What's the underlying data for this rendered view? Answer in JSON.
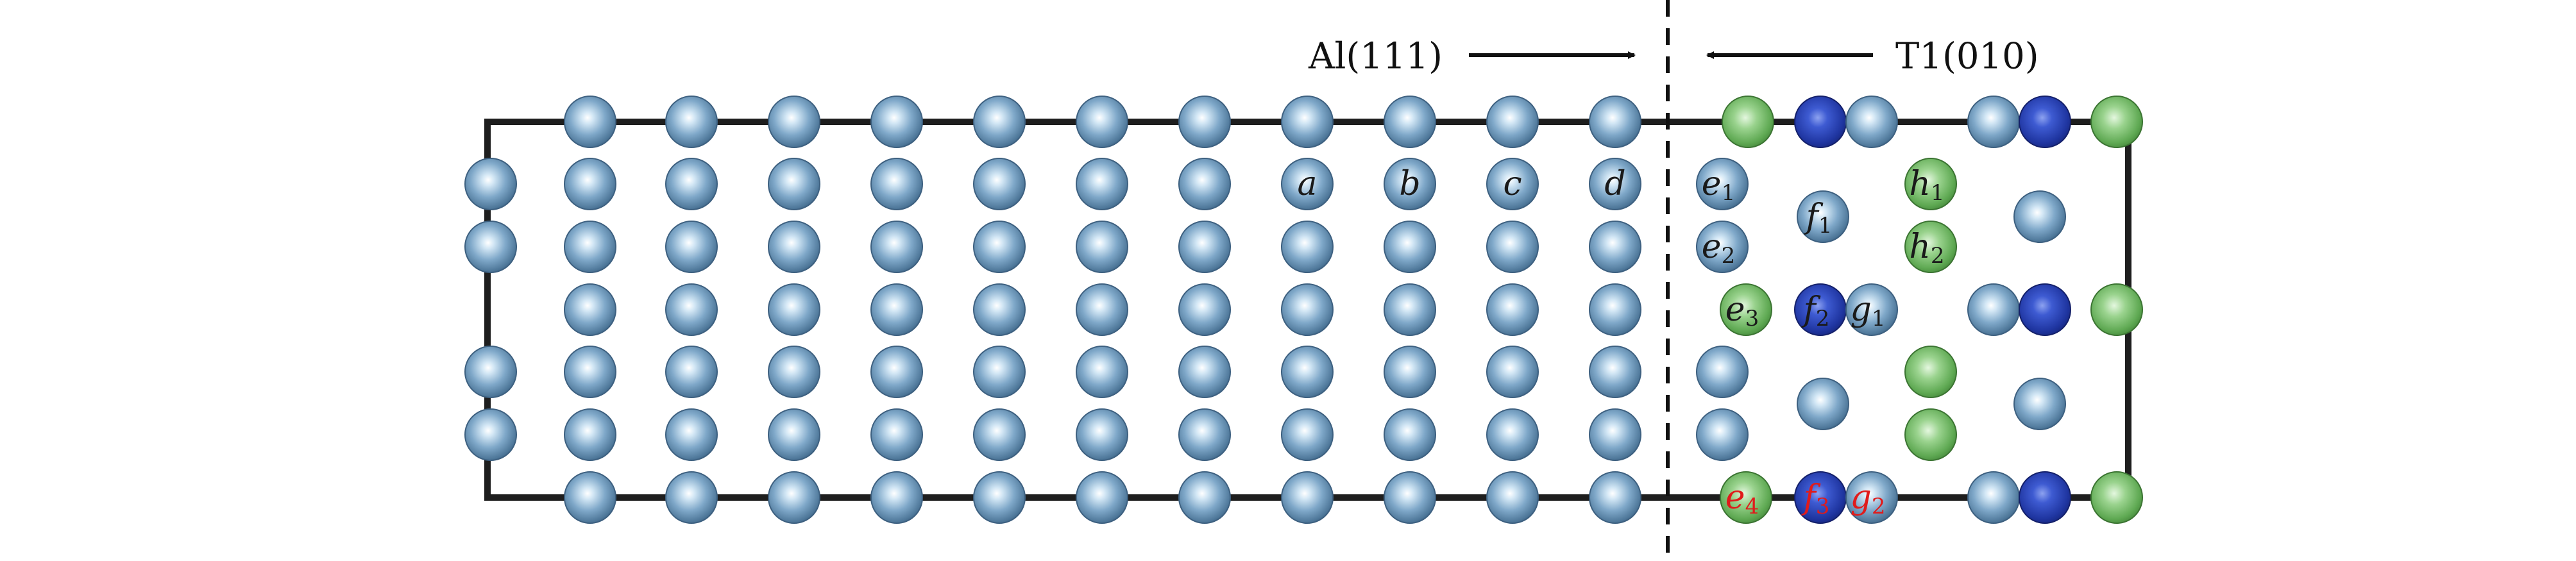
{
  "regions": {
    "left_label": "Al(111)",
    "right_label": "T1(010)"
  },
  "colors": {
    "al_atom": "#7fa8c9",
    "green_atom": "#7ec471",
    "blue_atom": "#2946b8",
    "highlight_label": "#e01b1b",
    "frame": "#1e1e1e"
  },
  "site_labels": {
    "a": {
      "base": "a",
      "sub": "",
      "highlight": false
    },
    "b": {
      "base": "b",
      "sub": "",
      "highlight": false
    },
    "c": {
      "base": "c",
      "sub": "",
      "highlight": false
    },
    "d": {
      "base": "d",
      "sub": "",
      "highlight": false
    },
    "e1": {
      "base": "e",
      "sub": "1",
      "highlight": false
    },
    "e2": {
      "base": "e",
      "sub": "2",
      "highlight": false
    },
    "e3": {
      "base": "e",
      "sub": "3",
      "highlight": false
    },
    "e4": {
      "base": "e",
      "sub": "4",
      "highlight": true
    },
    "f1": {
      "base": "f",
      "sub": "1",
      "highlight": false
    },
    "f2": {
      "base": "f",
      "sub": "2",
      "highlight": false
    },
    "f3": {
      "base": "f",
      "sub": "3",
      "highlight": true
    },
    "g1": {
      "base": "g",
      "sub": "1",
      "highlight": false
    },
    "g2": {
      "base": "g",
      "sub": "2",
      "highlight": true
    },
    "h1": {
      "base": "h",
      "sub": "1",
      "highlight": false
    },
    "h2": {
      "base": "h",
      "sub": "2",
      "highlight": false
    }
  }
}
